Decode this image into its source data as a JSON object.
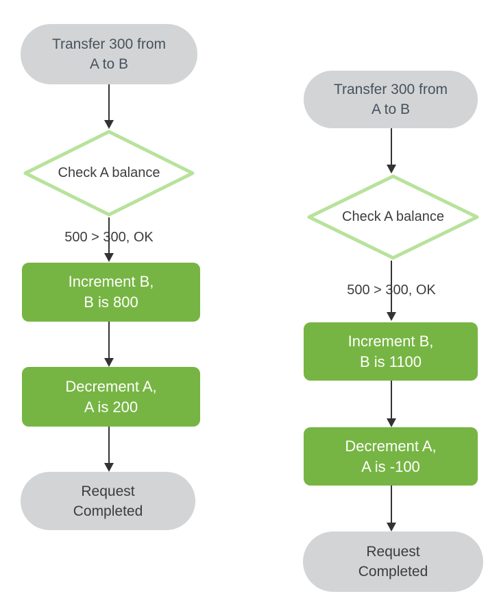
{
  "colors": {
    "node_green": "#76b543",
    "diamond_border": "#b7e29b",
    "pill_gray": "#d3d4d6",
    "start_text": "#46525d",
    "dark_text": "#3c3c3c",
    "arrow": "#333333",
    "white_text": "#ffffff"
  },
  "flows": [
    {
      "id": "request-1",
      "start": {
        "line1": "Transfer 300 from",
        "line2": "A to B"
      },
      "decision": "Check A balance",
      "condition": "500 > 300, OK",
      "step1": {
        "line1": "Increment B,",
        "line2": "B is 800"
      },
      "step2": {
        "line1": "Decrement A,",
        "line2": "A is 200"
      },
      "end": {
        "line1": "Request",
        "line2": "Completed"
      }
    },
    {
      "id": "request-2",
      "start": {
        "line1": "Transfer 300 from",
        "line2": "A to B"
      },
      "decision": "Check A balance",
      "condition": "500 > 300, OK",
      "step1": {
        "line1": "Increment B,",
        "line2": "B is 1100"
      },
      "step2": {
        "line1": "Decrement A,",
        "line2": "A is -100"
      },
      "end": {
        "line1": "Request",
        "line2": "Completed"
      }
    }
  ]
}
